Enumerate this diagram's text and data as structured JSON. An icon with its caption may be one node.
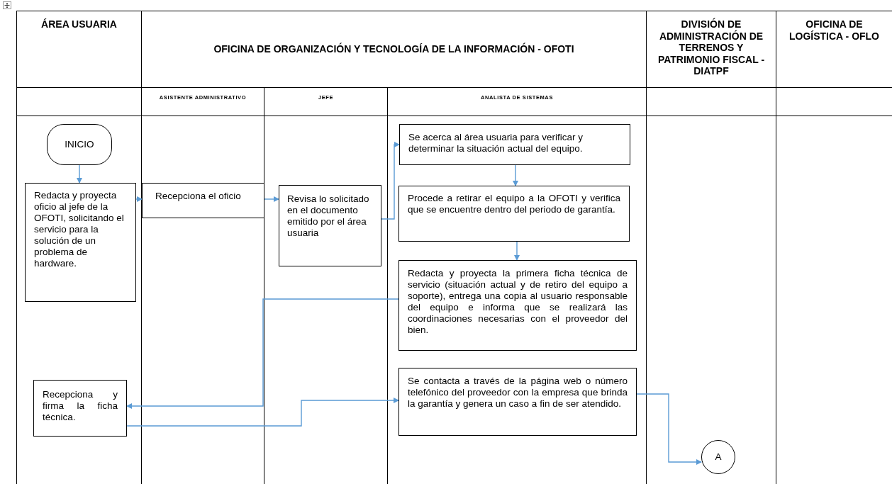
{
  "diagram": {
    "nodes": [
      {
        "text": [
          "INICIO"
        ]
      },
      {
        "text": [
          "Redacta y proyecta oficio al jefe de la OFOTI, solicitando el servicio para la solución de un problema de hardware."
        ]
      },
      {
        "text": [
          "Recepciona el oficio"
        ]
      },
      {
        "text": [
          "Revisa lo solicitado en el documento emitido por el área usuaria"
        ]
      },
      {
        "text": [
          "Se acerca al área usuaria para verificar y determinar la situación actual del equipo."
        ]
      },
      {
        "text": [
          "Procede a retirar el equipo a la OFOTI y verifica que se encuentre dentro del periodo de garantía."
        ]
      },
      {
        "text": [
          "Redacta y proyecta la primera ficha técnica de servicio (situación actual y de retiro del equipo a soporte), entrega una copia al usuario responsable del equipo e informa que se realizará las coordinaciones necesarias con el proveedor del bien."
        ]
      },
      {
        "text": [
          "Recepciona y firma la ficha técnica."
        ]
      },
      {
        "text": [
          "Se contacta a través de la página web o número telefónico del proveedor con la empresa que brinda la garantía y genera un caso a fin de ser atendido."
        ]
      },
      {
        "text": [
          "A"
        ]
      }
    ],
    "edges": [
      {
        "from": 0,
        "to": 1,
        "arrow": "to"
      },
      {
        "from": 1,
        "to": 2,
        "arrow": "to"
      },
      {
        "from": 2,
        "to": 3,
        "arrow": "to"
      },
      {
        "from": 3,
        "to": 4,
        "arrow": "to"
      },
      {
        "from": 4,
        "to": 5,
        "arrow": "to"
      },
      {
        "from": 5,
        "to": 6,
        "arrow": "to"
      },
      {
        "from": 6,
        "to": 7,
        "arrow": "to"
      },
      {
        "from": 7,
        "to": 8,
        "arrow": "to"
      },
      {
        "from": 8,
        "to": 9,
        "arrow": "to"
      }
    ],
    "labels": [
      "ÁREA USUARIA",
      "OFICINA DE ORGANIZACIÓN Y TECNOLOGÍA DE LA INFORMACIÓN - OFOTI",
      "DIVISIÓN DE ADMINISTRACIÓN DE TERRENOS Y PATRIMONIO FISCAL - DIATPF",
      "OFICINA DE LOGÍSTICA - OFLO",
      "ASISTENTE ADMINISTRATIVO",
      "JEFE",
      "ANALISTA DE SISTEMAS"
    ]
  }
}
